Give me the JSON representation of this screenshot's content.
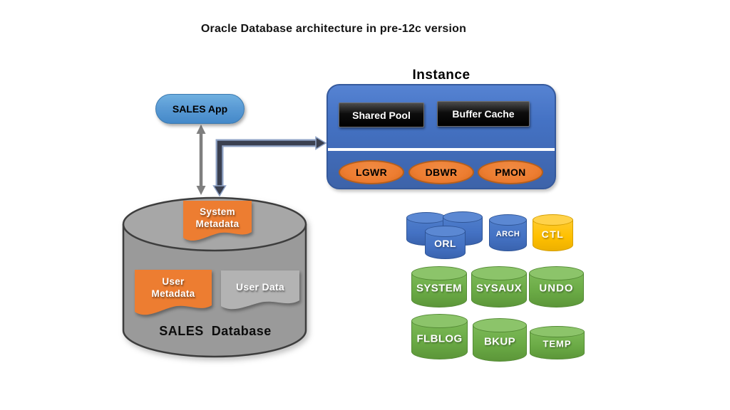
{
  "title": "Oracle Database architecture in pre-12c version",
  "app": {
    "label": "SALES App"
  },
  "instance": {
    "label": "Instance",
    "shared_pool": "Shared Pool",
    "buffer_cache": "Buffer Cache",
    "processes": [
      "LGWR",
      "DBWR",
      "PMON"
    ]
  },
  "database": {
    "label": "SALES  Database",
    "system_metadata": [
      "System",
      "Metadata"
    ],
    "user_metadata": [
      "User",
      "Metadata"
    ],
    "user_data": "User Data"
  },
  "storage": {
    "orl": "ORL",
    "arch": "ARCH",
    "ctl": "CTL",
    "tablespaces": [
      "SYSTEM",
      "SYSAUX",
      "UNDO",
      "FLBLOG",
      "BKUP",
      "TEMP"
    ]
  },
  "colors": {
    "instance-blue": "#4472C4",
    "instance-border": "#35599c",
    "app-blue": "#5B9BD5",
    "app-blue-border": "#3c7ab0",
    "orange": "#ED7D31",
    "orange-border": "#b55f1c",
    "blue": "#4472C4",
    "blue-top": "#5b88d3",
    "blue-border": "#2f5597",
    "green": "#6aaa45",
    "green-top": "#8cc46a",
    "green-border": "#548b35",
    "yellow": "#FFC000",
    "yellow-top": "#ffd24a",
    "yellow-border": "#d49e00",
    "gray-body": "#9a9a9a",
    "gray-top": "#a7a7a7",
    "gray-outline": "#3d3d3d",
    "user-data-gray": "#b3b3b3",
    "arrow-gray": "#7f7f7f",
    "arrow-dark": "#3a4050",
    "arrow-dark-outline": "#8fa3c6"
  }
}
